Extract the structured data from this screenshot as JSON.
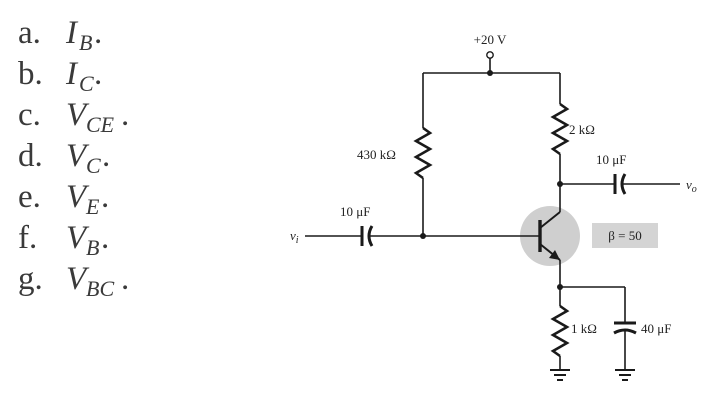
{
  "questions": [
    {
      "letter": "a.",
      "main": "I",
      "sub": "B",
      "end": "."
    },
    {
      "letter": "b.",
      "main": "I",
      "sub": "C",
      "end": "."
    },
    {
      "letter": "c.",
      "main": "V",
      "sub": "CE",
      "end": "."
    },
    {
      "letter": "d.",
      "main": "V",
      "sub": "C",
      "end": "."
    },
    {
      "letter": "e.",
      "main": "V",
      "sub": "E",
      "end": "."
    },
    {
      "letter": "f.",
      "main": "V",
      "sub": "B",
      "end": "."
    },
    {
      "letter": "g.",
      "main": "V",
      "sub": "BC",
      "end": "."
    }
  ],
  "circuit": {
    "supply": "+20 V",
    "rb": "430 kΩ",
    "rc": "2 kΩ",
    "re": "1 kΩ",
    "c_in": "10 μF",
    "c_out": "10 μF",
    "c_e": "40 μF",
    "vi": "v",
    "vi_sub": "i",
    "vo": "v",
    "vo_sub": "o",
    "beta": "β = 50"
  },
  "colors": {
    "transistor_highlight": "#cfcfcf",
    "beta_box": "#d4d4d4",
    "ink": "#1a1a1a"
  }
}
